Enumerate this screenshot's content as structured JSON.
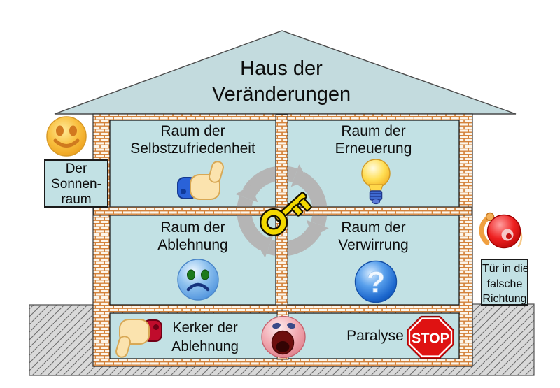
{
  "title": {
    "line1": "Haus der",
    "line2": "Veränderungen"
  },
  "rooms": {
    "top_left": {
      "line1": "Raum der",
      "line2": "Selbstzufriedenheit",
      "icon": "thumbs-up-icon"
    },
    "top_right": {
      "line1": "Raum der",
      "line2": "Erneuerung",
      "icon": "lightbulb-icon"
    },
    "bottom_left": {
      "line1": "Raum der",
      "line2": "Ablehnung",
      "icon": "sad-face-icon"
    },
    "bottom_right": {
      "line1": "Raum der",
      "line2": "Verwirrung",
      "icon": "question-mark-ball-icon"
    }
  },
  "basement": {
    "kerker": {
      "line1": "Kerker der",
      "line2": "Ablehnung",
      "icon": "thumbs-down-icon"
    },
    "divider_icon": "screaming-face-icon",
    "paralyse_label": "Paralyse",
    "stop_label": "STOP",
    "stop_icon": "stop-sign-icon"
  },
  "annex": {
    "sun_room": {
      "line1": "Der",
      "line2": "Sonnen-",
      "line3": "raum",
      "icon": "smiley-icon"
    },
    "wrong_door": {
      "line1": "Tür in die",
      "line2": "falsche",
      "line3": "Richtung",
      "icon": "alarm-bell-icon"
    }
  },
  "center": {
    "icons": [
      "cycle-arrows-icon",
      "key-icon"
    ]
  },
  "colors": {
    "roof_fill": "#c3dbde",
    "room_fill": "#c2e1e4",
    "brick_mortar": "#d4823a",
    "brick_face": "#fcf5ea",
    "ground_gray": "#d9d9d9",
    "arrow_gray": "#b5b5b5",
    "key_yellow": "#f2d800",
    "stop_red": "#df1212"
  }
}
